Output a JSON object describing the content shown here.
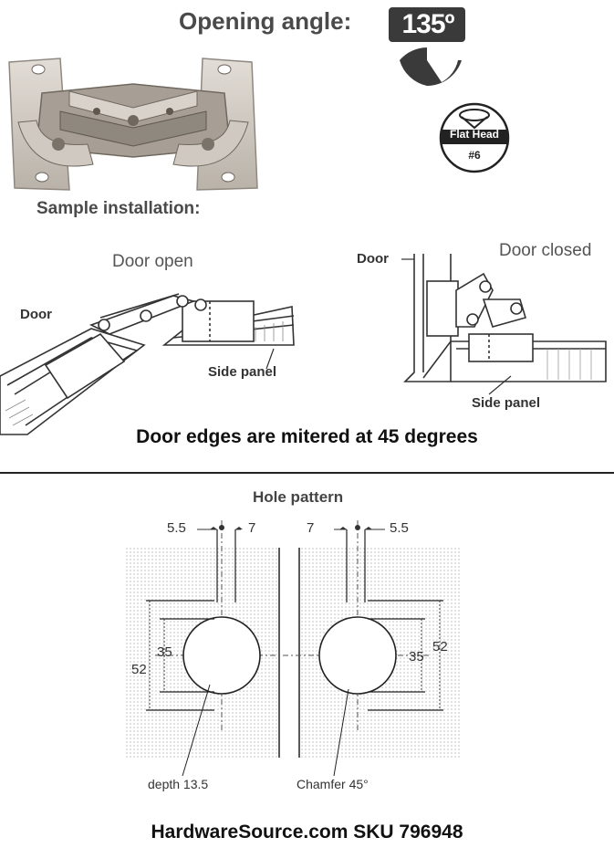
{
  "header": {
    "opening_angle_label": "Opening angle:",
    "angle_value": "135º"
  },
  "screw": {
    "type": "Flat Head",
    "size": "#6"
  },
  "sample_installation": {
    "heading": "Sample installation:",
    "door_open_title": "Door open",
    "door_closed_title": "Door closed",
    "door_label": "Door",
    "side_panel_label": "Side panel",
    "miter_caption": "Door edges are mitered at 45 degrees"
  },
  "hole_pattern": {
    "heading": "Hole pattern",
    "left": {
      "edge_offset": "5.5",
      "screw_offset": "7",
      "inner_spacing": "35",
      "outer_spacing": "52",
      "callout": "depth 13.5"
    },
    "right": {
      "edge_offset": "5.5",
      "screw_offset": "7",
      "inner_spacing": "35",
      "outer_spacing": "52",
      "callout": "Chamfer 45°"
    }
  },
  "footer": {
    "sku_caption": "HardwareSource.com SKU 796948"
  },
  "colors": {
    "badge_dark": "#3a3a3a",
    "hinge_metal": "#c9c3bb",
    "hatch": "#cfcfcf"
  }
}
